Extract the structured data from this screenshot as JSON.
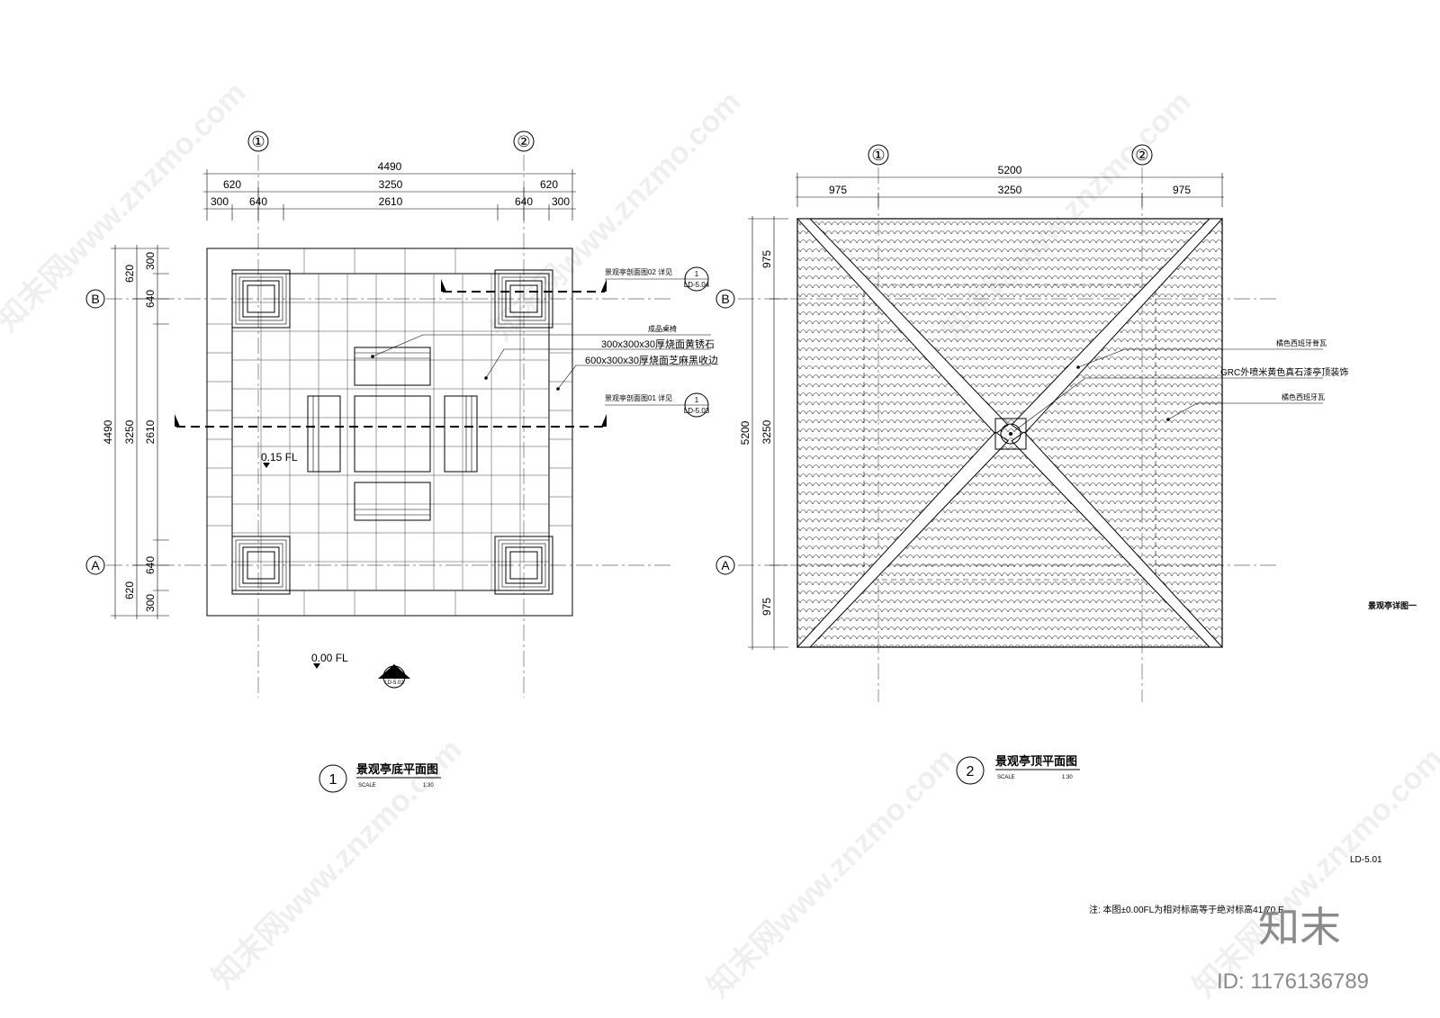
{
  "plan1": {
    "grid_top_1": "①",
    "grid_top_2": "②",
    "grid_left_B": "B",
    "grid_left_A": "A",
    "dim_h_total": "4490",
    "dim_h_mid": [
      "620",
      "3250",
      "620"
    ],
    "dim_h_fine": [
      "300",
      "640",
      "2610",
      "640",
      "300"
    ],
    "dim_v_total": "4490",
    "dim_v_mid": [
      "620",
      "3250",
      "620"
    ],
    "dim_v_fine": [
      "300",
      "640",
      "2610",
      "640",
      "300"
    ],
    "level_inner": "0.15 FL",
    "level_outer": "0.00 FL",
    "callout_section_02": "景观亭剖面图02 详见",
    "callout_section_02_num": "1",
    "callout_section_02_ref": "LD-5.04",
    "callout_section_01": "景观亭剖面图01 详见",
    "callout_section_01_num": "1",
    "callout_section_01_ref": "LD-5.03",
    "note_furniture": "成品桌椅",
    "note_paving_1": "300x300x30厚烧面黄锈石",
    "note_paving_2": "600x300x30厚烧面芝麻黑收边",
    "elevation_num": "1",
    "elevation_ref": "LD-5.02",
    "title_num": "1",
    "title": "景观亭底平面图",
    "scale_label": "SCALE",
    "scale_value": "1:30"
  },
  "plan2": {
    "grid_top_1": "①",
    "grid_top_2": "②",
    "grid_left_B": "B",
    "grid_left_A": "A",
    "dim_h_total": "5200",
    "dim_h_parts": [
      "975",
      "3250",
      "975"
    ],
    "dim_v_total": "5200",
    "dim_v_parts": [
      "975",
      "3250",
      "975"
    ],
    "note_ridge_tile": "橘色西班牙脊瓦",
    "note_finial": "GRC外喷米黄色真石漆亭顶装饰",
    "note_roof_tile": "橘色西班牙瓦",
    "title_num": "2",
    "title": "景观亭顶平面图",
    "scale_label": "SCALE",
    "scale_value": "1:30"
  },
  "sheet": {
    "side_title": "景观亭详图一",
    "sheet_number": "LD-5.01",
    "footnote": "注: 本图±0.00FL为相对标高等于绝对标高41.70 E"
  },
  "watermark": {
    "text": "知末网www.znzmo.com",
    "brand": "知末",
    "id": "ID: 1176136789"
  }
}
